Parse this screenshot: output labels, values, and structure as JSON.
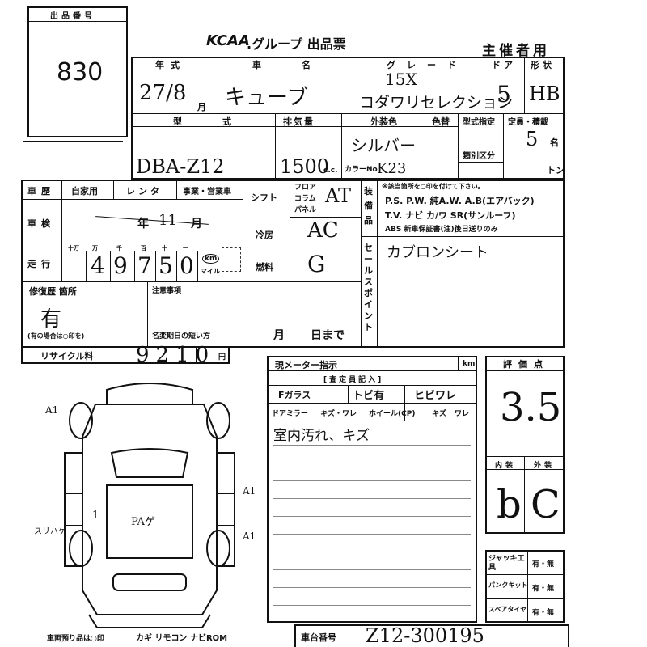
{
  "lot_box": {
    "label": "出品番号",
    "number": "830"
  },
  "header": {
    "brand": "KCAA",
    "title": ".グループ 出品票",
    "organizer": "主催者用"
  },
  "row1": {
    "year_label": "年式",
    "name_label": "車名",
    "grade_label": "グレード",
    "door_label": "ドア",
    "shape_label": "形状",
    "year_value": "27/8",
    "month_unit": "月",
    "name_value": "キューブ",
    "grade_value1": "15X",
    "grade_value2": "コダワリセレクション",
    "door_value": "5",
    "shape_value": "HB"
  },
  "row2": {
    "model_label": "型式",
    "displacement_label": "排気量",
    "color_label": "外装色",
    "color_label2": "色替",
    "approval_label": "型式指定",
    "capacity_label": "定員・積載",
    "category_label": "類別区分",
    "model_value": "DBA-Z12",
    "displacement_value": "1500",
    "cc_unit": "c.c.",
    "color_value": "シルバー",
    "color_no_label": "カラーNo",
    "color_no_value": "K23",
    "capacity_value": "5",
    "person_unit": "名",
    "ton_unit": "トン"
  },
  "usage": {
    "label": "車歴",
    "opt1": "自家用",
    "opt2": "レンタ",
    "opt3": "事業・営業車"
  },
  "shift": {
    "label": "シフト",
    "sub1": "フロア",
    "sub2": "コラム",
    "sub3": "パネル",
    "value": "AT"
  },
  "equip": {
    "label": "装備品",
    "line1": "※該当箇所を○印を付けて下さい。",
    "line2": "P.S. P.W. 純A.W. A.B(エアバック)",
    "line3": "T.V. ナビ カ/ワ SR(サンルーフ)",
    "line4": "ABS 新車保証書(注)後日送りのみ",
    "handwritten": "カブロンシート"
  },
  "inspection": {
    "label": "車検",
    "year_unit": "年",
    "month_value": "11",
    "month_unit": "月"
  },
  "ac": {
    "label": "冷房",
    "value": "AC"
  },
  "mileage": {
    "label": "走行",
    "units": [
      "十万",
      "万",
      "千",
      "百",
      "十",
      "一"
    ],
    "digits": [
      "4",
      "9",
      "7",
      "5",
      "0"
    ],
    "km_label": "km",
    "mile_label": "マイル"
  },
  "fuel": {
    "label": "燃料",
    "value": "G"
  },
  "sales_point": {
    "label": "セールスポイント"
  },
  "repair": {
    "label": "修復歴 箇所",
    "value": "有",
    "note": "(有の場合は○印を)"
  },
  "caution": {
    "label": "注意事項",
    "name_change_label": "名変期日の短い方",
    "month_unit": "月",
    "day_unit": "日まで"
  },
  "recycle": {
    "label": "リサイクル料",
    "value": "9210",
    "yen": "円"
  },
  "meter": {
    "label": "現メーター指示",
    "km": "km"
  },
  "inspector": {
    "title": "[査定員記入]",
    "glass_label": "Fガラス",
    "glass_value": "トビ有",
    "glass_value2": "ヒビワレ",
    "mirror_label": "ドアミラー",
    "mirror_value": "キズ・ワレ",
    "wheel_label": "ホイール(CP)",
    "wheel_value": "キズ",
    "wheel_value2": "ワレ",
    "notes": "室内汚れ、キズ"
  },
  "score": {
    "label": "評価点",
    "value": "3.5",
    "interior_label": "内装",
    "exterior_label": "外装",
    "interior_value": "b",
    "exterior_value": "C"
  },
  "tools": {
    "jack_label": "ジャッキ工具",
    "jack_value": "有・無",
    "puncture_label": "パンクキット",
    "puncture_value": "有・無",
    "spare_label": "スペアタイヤ",
    "spare_value": "有・無"
  },
  "chassis": {
    "label": "車台番号",
    "value": "Z12-300195"
  },
  "footer": {
    "text": "車両預り品は○印",
    "items": "カギ リモコン ナビROM"
  },
  "diagram": {
    "a1_top_left": "A1",
    "a1_right1": "A1",
    "a1_right2": "A1",
    "left_note": "スリハゲ",
    "center_note": "PAゲ",
    "mark_1": "1"
  }
}
